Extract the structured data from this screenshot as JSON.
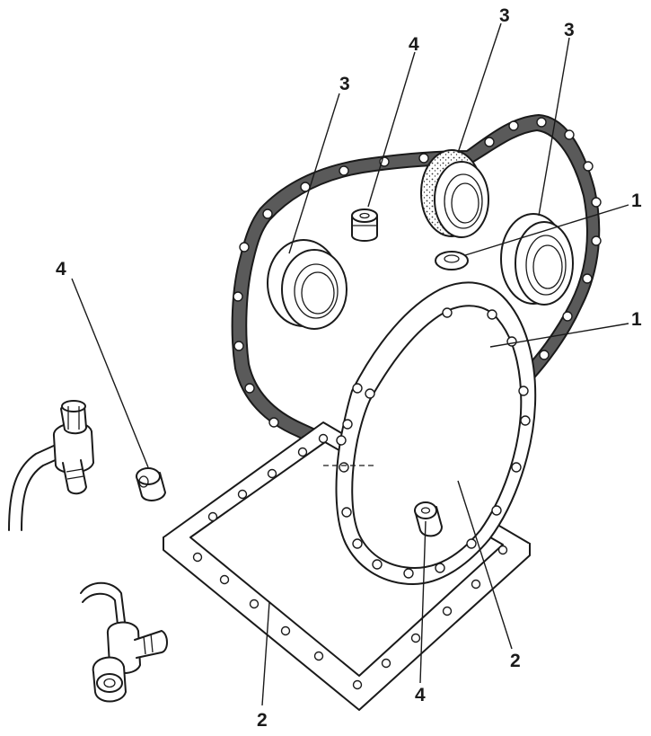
{
  "diagram": {
    "callouts": [
      {
        "id": "callout-1-upper",
        "text": "1"
      },
      {
        "id": "callout-1-lower",
        "text": "1"
      },
      {
        "id": "callout-2-right",
        "text": "2"
      },
      {
        "id": "callout-2-bottom",
        "text": "2"
      },
      {
        "id": "callout-3-left",
        "text": "3"
      },
      {
        "id": "callout-3-middle",
        "text": "3"
      },
      {
        "id": "callout-3-right",
        "text": "3"
      },
      {
        "id": "callout-4-top",
        "text": "4"
      },
      {
        "id": "callout-4-left",
        "text": "4"
      },
      {
        "id": "callout-4-bottom",
        "text": "4"
      }
    ],
    "colors": {
      "ink": "#1a1a1a",
      "gasket_fill": "#5a5a5a",
      "background": "#ffffff"
    }
  }
}
